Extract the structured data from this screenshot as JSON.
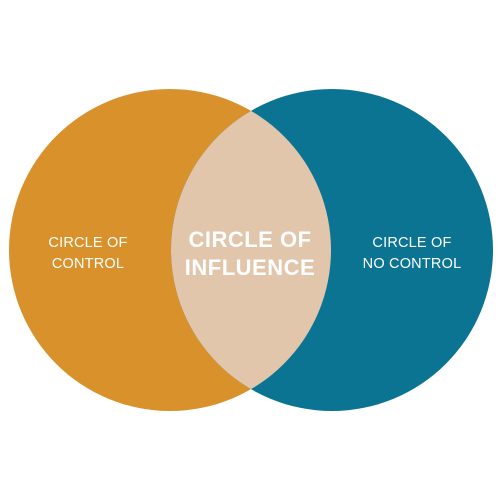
{
  "diagram": {
    "left_circle": {
      "lines": [
        "CIRCLE OF",
        "CONTROL"
      ],
      "color": "#D9922B"
    },
    "right_circle": {
      "lines": [
        "CIRCLE OF",
        "NO CONTROL"
      ],
      "color": "#0B7493"
    },
    "intersection": {
      "lines": [
        "CIRCLE OF",
        "INFLUENCE"
      ],
      "color": "#E1C6AB"
    }
  }
}
